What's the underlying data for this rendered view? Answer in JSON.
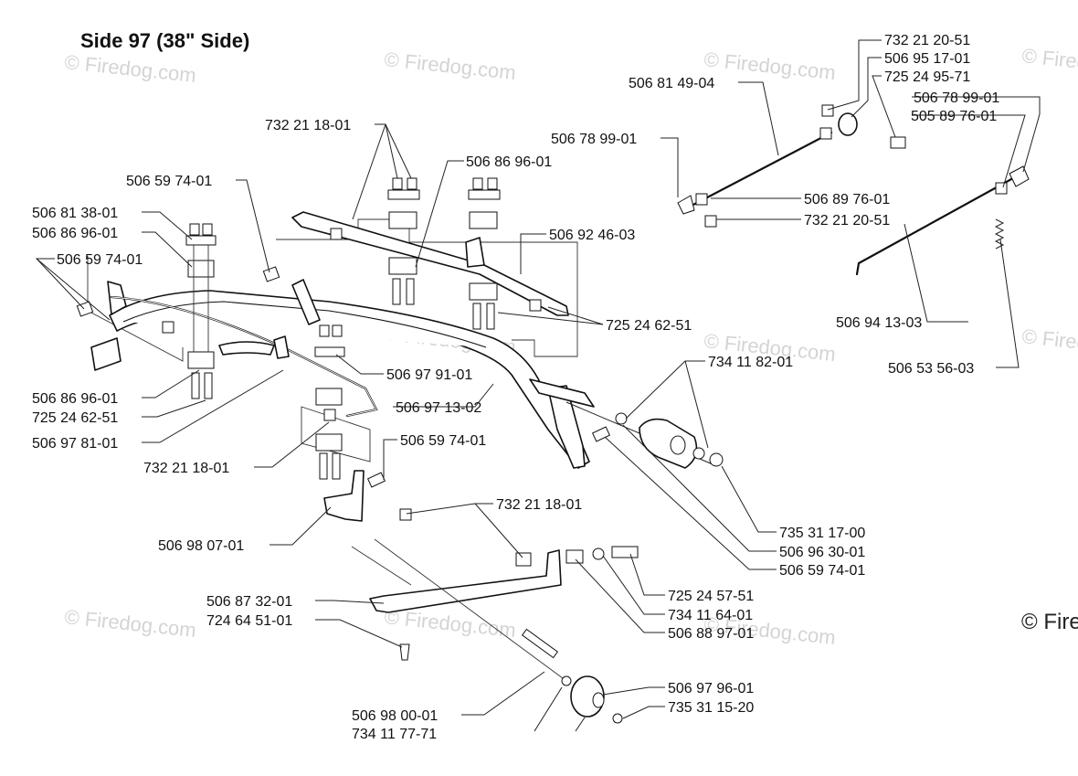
{
  "title": "Side 97 (38\" Side)",
  "watermark": "© Firedog.com",
  "watermark_corner": "© Fire",
  "labels": [
    "732 21 20-51",
    "506 95 17-01",
    "725 24 95-71",
    "506 81 49-04",
    "506 78 99-01",
    "505 89 76-01",
    "506 78 99-01",
    "732 21 18-01",
    "506 86 96-01",
    "506 59 74-01",
    "506 89 76-01",
    "732 21 20-51",
    "506 81 38-01",
    "506 86 96-01",
    "506 92 46-03",
    "506 59 74-01",
    "725 24 62-51",
    "506 94 13-03",
    "734 11 82-01",
    "506 53 56-03",
    "506 97 91-01",
    "506 86 96-01",
    "506 97 13-02",
    "725 24 62-51",
    "506 97 81-01",
    "506 59 74-01",
    "732 21 18-01",
    "732 21 18-01",
    "735 31 17-00",
    "506 98 07-01",
    "506 96 30-01",
    "506 59 74-01",
    "725 24 57-51",
    "506 87 32-01",
    "734 11 64-01",
    "724 64 51-01",
    "506 88 97-01",
    "506 97 96-01",
    "506 98 00-01",
    "735 31 15-20",
    "734 11 77-71"
  ]
}
